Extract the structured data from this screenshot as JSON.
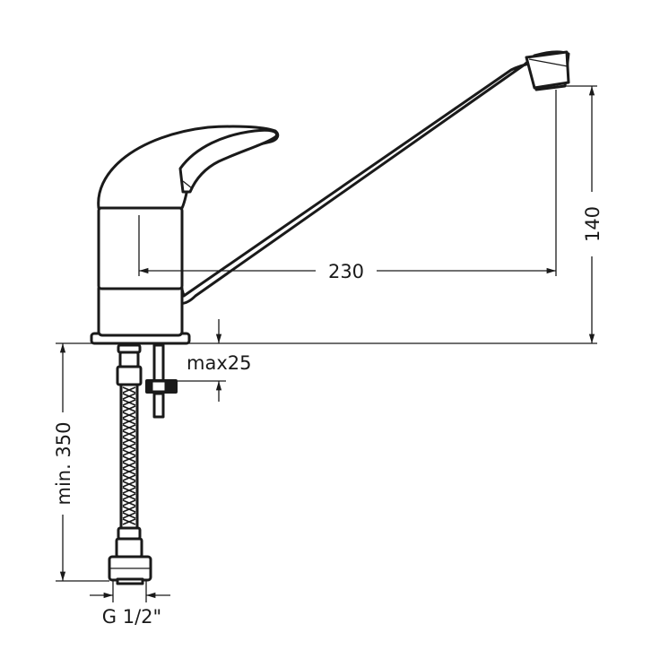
{
  "dimensions": {
    "spout_reach": "230",
    "spout_height": "140",
    "max_deck_thickness": "max25",
    "min_hose_length": "min. 350",
    "connection_thread": "G 1/2\""
  },
  "colors": {
    "line": "#1a1a1a",
    "background": "#ffffff"
  }
}
